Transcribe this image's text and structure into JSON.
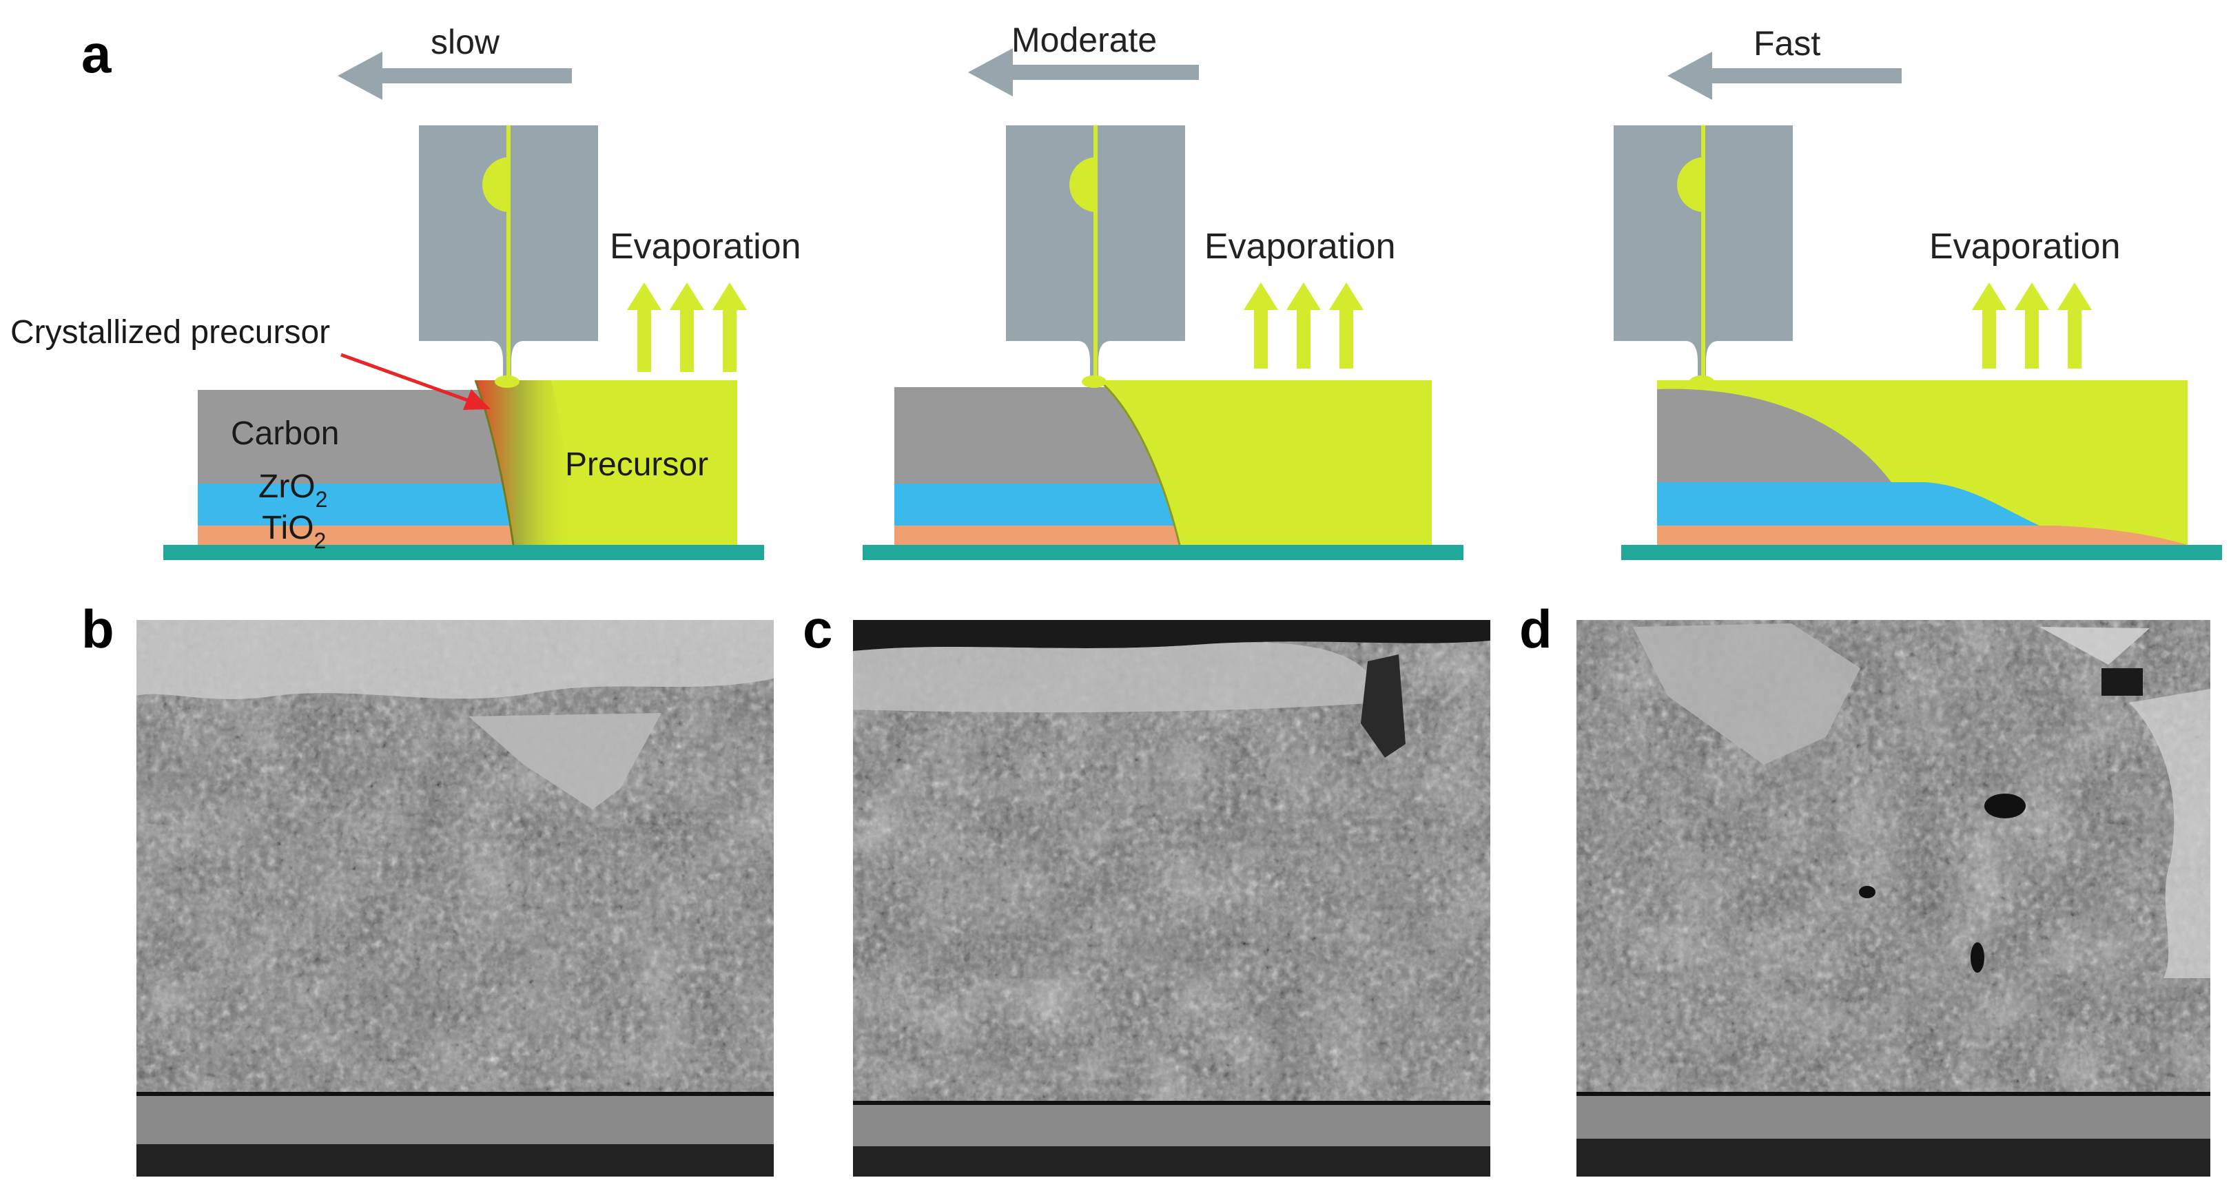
{
  "panel_letters": {
    "a": "a",
    "b": "b",
    "c": "c",
    "d": "d"
  },
  "schematics": [
    {
      "speed": "slow",
      "evaporation": "Evaporation"
    },
    {
      "speed": "Moderate",
      "evaporation": "Evaporation"
    },
    {
      "speed": "Fast",
      "evaporation": "Evaporation"
    }
  ],
  "labels": {
    "crystallized": "Crystallized precursor",
    "carbon": "Carbon",
    "zro2_main": "ZrO",
    "zro2_sub": "2",
    "tio2_main": "TiO",
    "tio2_sub": "2",
    "precursor": "Precursor"
  },
  "colors": {
    "carbon": "#999999",
    "zro2": "#3bb9ec",
    "tio2": "#f0a070",
    "substrate": "#1fa79a",
    "precursor": "#d4ea2c",
    "blade": "#97a6ad",
    "arrow_gray": "#97a6ad",
    "pointer_red": "#e8262a"
  }
}
